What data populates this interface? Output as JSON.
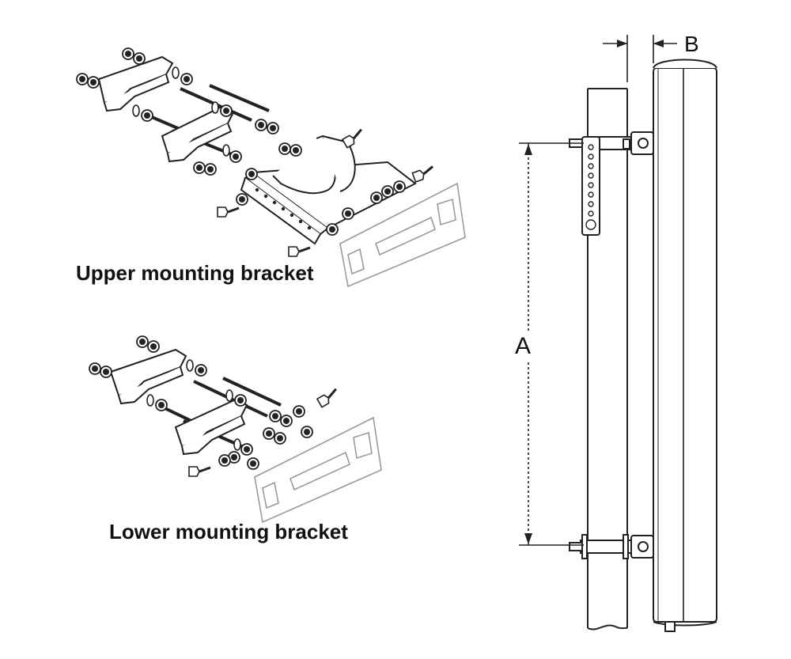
{
  "captions": {
    "upper": "Upper mounting bracket",
    "lower": "Lower mounting bracket"
  },
  "dimensions": {
    "a": "A",
    "b": "B"
  },
  "colors": {
    "line": "#222222",
    "gasket": "#9a9a9a",
    "background": "#ffffff"
  }
}
